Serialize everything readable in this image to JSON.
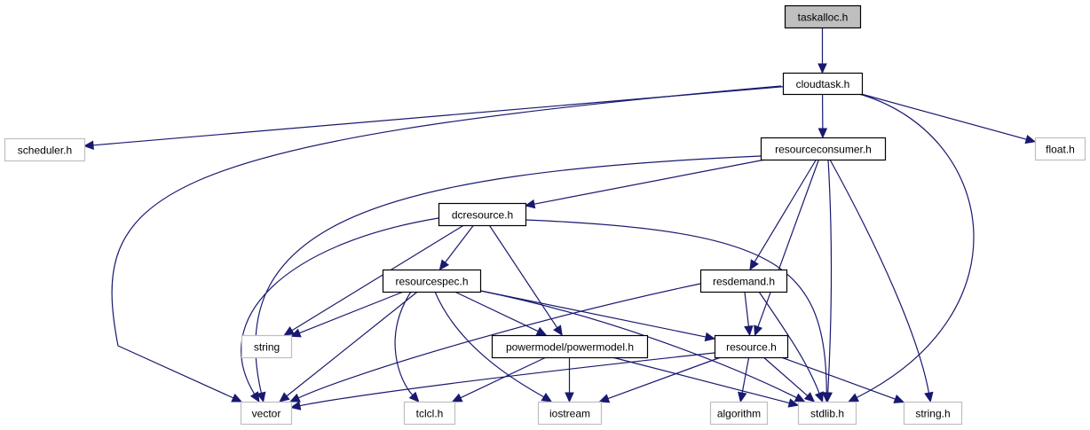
{
  "title": "taskalloc.h include dependency graph",
  "colors": {
    "edge": "#191970",
    "root_fill": "#bfbfbf",
    "documented_border": "#000000",
    "undocumented_border": "#bfbfbf"
  },
  "nodes": [
    {
      "id": "taskalloc",
      "label": "taskalloc.h",
      "kind": "root"
    },
    {
      "id": "cloudtask",
      "label": "cloudtask.h",
      "kind": "documented"
    },
    {
      "id": "scheduler",
      "label": "scheduler.h",
      "kind": "external"
    },
    {
      "id": "resourceconsumer",
      "label": "resourceconsumer.h",
      "kind": "documented"
    },
    {
      "id": "float",
      "label": "float.h",
      "kind": "external"
    },
    {
      "id": "dcresource",
      "label": "dcresource.h",
      "kind": "documented"
    },
    {
      "id": "resourcespec",
      "label": "resourcespec.h",
      "kind": "documented"
    },
    {
      "id": "resdemand",
      "label": "resdemand.h",
      "kind": "documented"
    },
    {
      "id": "string",
      "label": "string",
      "kind": "external"
    },
    {
      "id": "powermodel",
      "label": "powermodel/powermodel.h",
      "kind": "documented"
    },
    {
      "id": "resource",
      "label": "resource.h",
      "kind": "documented"
    },
    {
      "id": "vector",
      "label": "vector",
      "kind": "external"
    },
    {
      "id": "tclcl",
      "label": "tclcl.h",
      "kind": "external"
    },
    {
      "id": "iostream",
      "label": "iostream",
      "kind": "external"
    },
    {
      "id": "algorithm",
      "label": "algorithm",
      "kind": "external"
    },
    {
      "id": "stdlib",
      "label": "stdlib.h",
      "kind": "external"
    },
    {
      "id": "stringh",
      "label": "string.h",
      "kind": "external"
    }
  ],
  "edges": [
    [
      "taskalloc",
      "cloudtask"
    ],
    [
      "cloudtask",
      "scheduler"
    ],
    [
      "cloudtask",
      "vector"
    ],
    [
      "cloudtask",
      "resourceconsumer"
    ],
    [
      "cloudtask",
      "stdlib"
    ],
    [
      "cloudtask",
      "float"
    ],
    [
      "resourceconsumer",
      "vector"
    ],
    [
      "resourceconsumer",
      "dcresource"
    ],
    [
      "resourceconsumer",
      "resdemand"
    ],
    [
      "resourceconsumer",
      "resource"
    ],
    [
      "resourceconsumer",
      "stdlib"
    ],
    [
      "resourceconsumer",
      "stringh"
    ],
    [
      "dcresource",
      "vector"
    ],
    [
      "dcresource",
      "string"
    ],
    [
      "dcresource",
      "resourcespec"
    ],
    [
      "dcresource",
      "powermodel"
    ],
    [
      "dcresource",
      "stdlib"
    ],
    [
      "resourcespec",
      "string"
    ],
    [
      "resourcespec",
      "vector"
    ],
    [
      "resourcespec",
      "tclcl"
    ],
    [
      "resourcespec",
      "iostream"
    ],
    [
      "resourcespec",
      "powermodel"
    ],
    [
      "resourcespec",
      "resource"
    ],
    [
      "resourcespec",
      "stdlib"
    ],
    [
      "resdemand",
      "vector"
    ],
    [
      "resdemand",
      "resource"
    ],
    [
      "resdemand",
      "stdlib"
    ],
    [
      "powermodel",
      "tclcl"
    ],
    [
      "powermodel",
      "iostream"
    ],
    [
      "powermodel",
      "stdlib"
    ],
    [
      "resource",
      "vector"
    ],
    [
      "resource",
      "iostream"
    ],
    [
      "resource",
      "algorithm"
    ],
    [
      "resource",
      "stdlib"
    ],
    [
      "resource",
      "stringh"
    ]
  ]
}
